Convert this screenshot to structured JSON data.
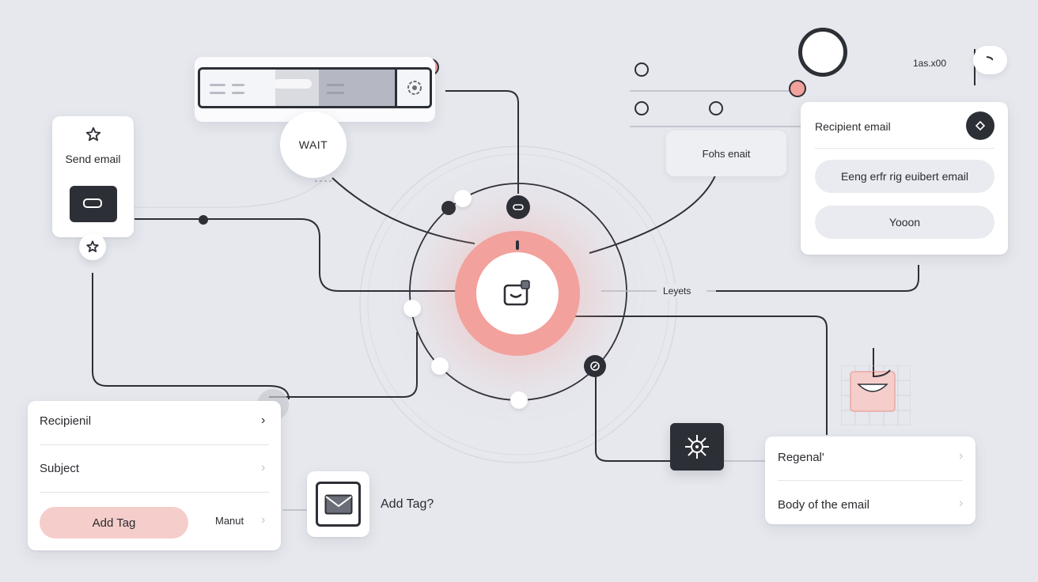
{
  "toolbar": {
    "end_icon": "settings-icon"
  },
  "wait_node": {
    "label": "WAIT"
  },
  "send_email_node": {
    "label": "Send email",
    "icon": "star-icon",
    "button_icon": "toggle-icon",
    "pin_icon": "star-icon"
  },
  "email_form": {
    "rows": [
      {
        "label": "Recipienil"
      },
      {
        "label": "Subject"
      }
    ],
    "add_tag_label": "Add Tag",
    "secondary_label": "Manut"
  },
  "mail_tile": {
    "icon": "mail-icon",
    "caption": "Add Tag?"
  },
  "hub": {
    "icon": "inbox-icon",
    "accent": "#f2a19c"
  },
  "layers_label": "Leyets",
  "fohs_card": {
    "label": "Fohs enait"
  },
  "recipient_panel": {
    "title": "Recipient email",
    "action_icon": "diamond-icon",
    "pills": [
      "Eeng erfr rig euibert email",
      "Yooon"
    ]
  },
  "top_right": {
    "value": "1as.x00"
  },
  "body_card": {
    "rows": [
      {
        "label": "Regenal'"
      },
      {
        "label": "Body of the email"
      }
    ]
  },
  "virus_tile": {
    "icon": "virus-icon"
  },
  "colors": {
    "background": "#e6e8ee",
    "dark": "#2d2f36",
    "accent": "#f2a19c",
    "accent_light": "#f5cdca"
  }
}
